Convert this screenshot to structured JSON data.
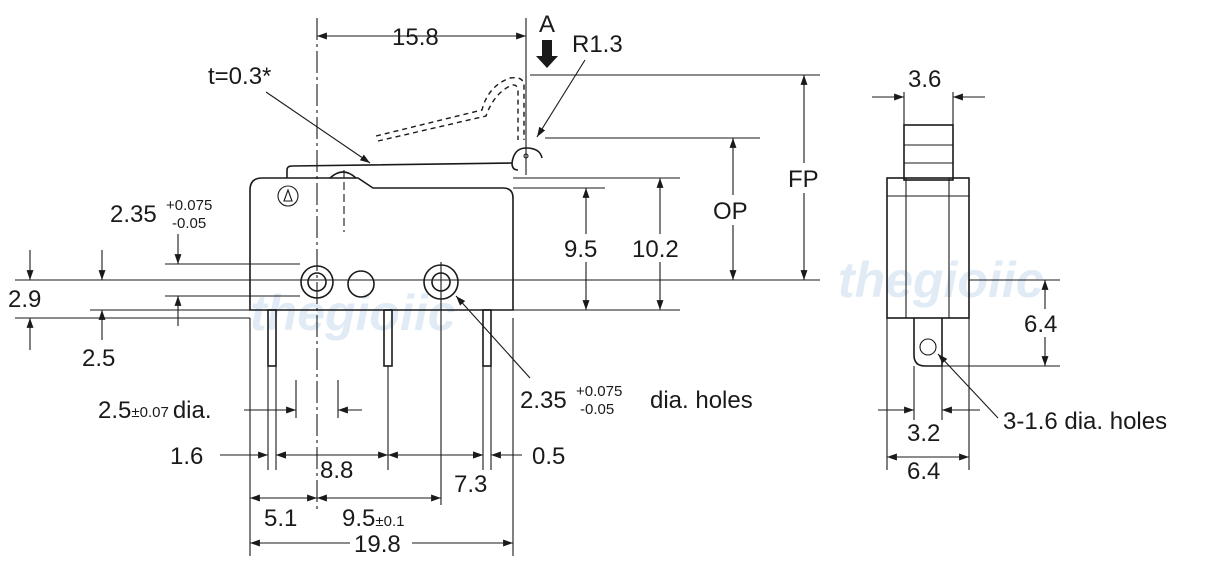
{
  "labels": {
    "dim_15_8": "15.8",
    "arrow_a": "A",
    "radius": "R1.3",
    "thickness": "t=0.3*",
    "fp": "FP",
    "op": "OP",
    "dim_9_5": "9.5",
    "dim_10_2": "10.2",
    "tol_235_base": "2.35",
    "tol_plus": "+0.075",
    "tol_minus": "-0.05",
    "dim_2_9": "2.9",
    "dim_2_5": "2.5",
    "pin_dia_base": "2.5",
    "pin_dia_tol": "±0.07",
    "pin_dia_suffix": "dia.",
    "holes_base": "2.35",
    "holes_plus": "+0.075",
    "holes_minus": "-0.05",
    "holes_suffix": "dia. holes",
    "dim_1_6": "1.6",
    "dim_8_8": "8.8",
    "dim_0_5": "0.5",
    "dim_7_3": "7.3",
    "dim_5_1": "5.1",
    "dim_9_5b_base": "9.5",
    "dim_9_5b_tol": "±0.1",
    "dim_19_8": "19.8",
    "side_3_6": "3.6",
    "side_6_4_v": "6.4",
    "side_3_2": "3.2",
    "side_6_4_h": "6.4",
    "side_holes": "3-1.6 dia. holes"
  },
  "watermark": "thegioiic",
  "colors": {
    "ink": "#1a1a1a",
    "watermark": "#c9dcef",
    "background": "#ffffff"
  }
}
